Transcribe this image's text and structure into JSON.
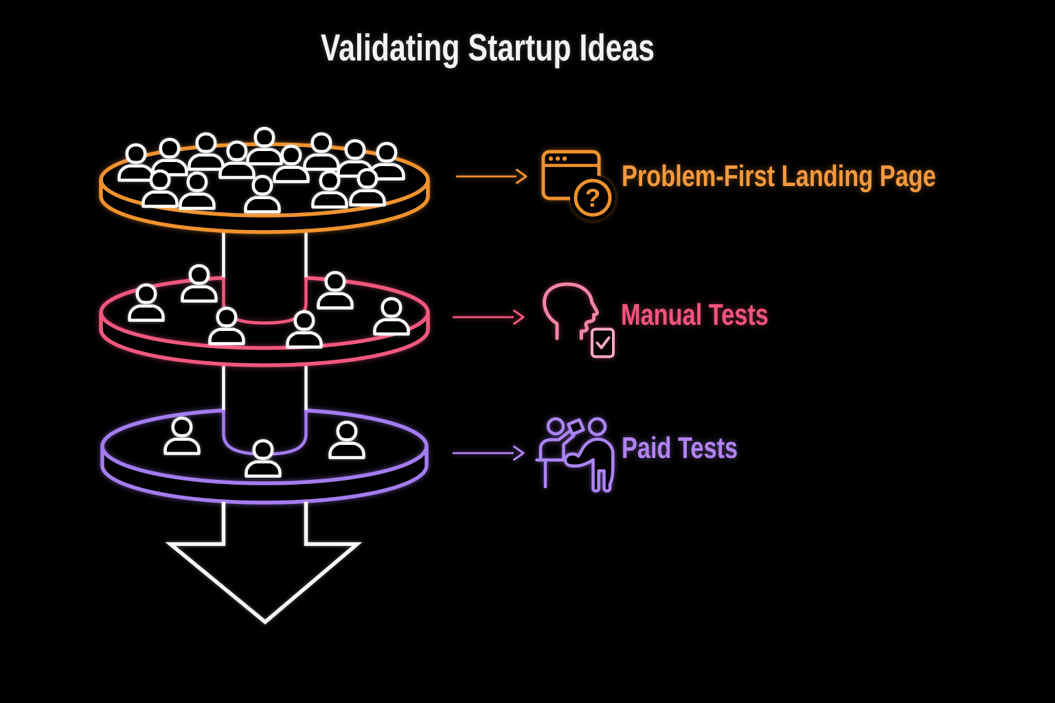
{
  "title": "Validating Startup Ideas",
  "palette": {
    "background": "#000000",
    "orange": "#F0922D",
    "pink": "#F2587E",
    "pink_soft": "#F7AAC6",
    "purple": "#A47CF0",
    "white": "#FFFFFF"
  },
  "funnel": {
    "direction": "top-to-bottom",
    "outflow": "large-down-arrow",
    "layers": [
      {
        "label": "Problem-First Landing Page",
        "color": "#F0922D",
        "icon": "browser-question-icon",
        "icon_glyph": "?",
        "people_count": 14
      },
      {
        "label": "Manual Tests",
        "color": "#F2587E",
        "icon": "head-checklist-icon",
        "people_count": 6
      },
      {
        "label": "Paid Tests",
        "color": "#A47CF0",
        "icon": "payment-desk-icon",
        "people_count": 3
      }
    ]
  }
}
